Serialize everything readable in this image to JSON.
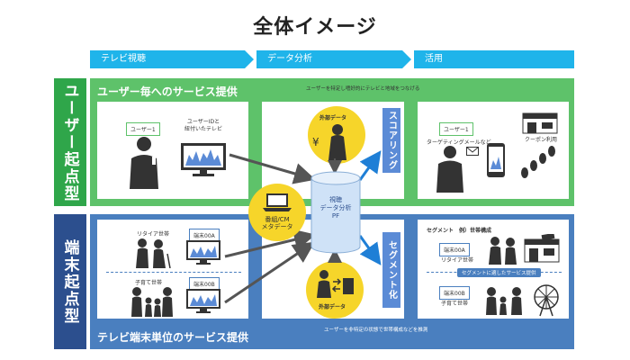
{
  "title": "全体イメージ",
  "phases": [
    "テレビ視聴",
    "データ分析",
    "活用"
  ],
  "rows": {
    "user": {
      "side_label": "ユーザー起点型",
      "band_title": "ユーザー毎へのサービス提供",
      "note": "ユーザーを特定し嗜好的にテレビと地域をつなげる",
      "tv_view": {
        "user_label": "ユーザー1",
        "tv_caption": "ユーザーIDと\n紐付いたテレビ"
      },
      "external": "外部データ",
      "scoring": "スコアリング",
      "use": {
        "user_label": "ユーザー1",
        "mail_label": "ターゲティングメールなど",
        "coupon_label": "クーポン利用"
      }
    },
    "device": {
      "side_label": "端末起点型",
      "band_title": "テレビ端末単位のサービス提供",
      "note": "ユーザーを非特定の状態で世帯構成などを推測",
      "tv_view": {
        "retired": "リタイア世帯",
        "terminal_a": "端末00A",
        "child": "子育て世帯",
        "terminal_b": "端末00B"
      },
      "external": "外部データ",
      "segmentation": "セグメント化",
      "use": {
        "segment_title": "セグメント　例）世帯構成",
        "terminal_a": "端末00A",
        "retired": "リタイア世帯",
        "service": "セグメントに適したサービス提供",
        "terminal_b": "端末00B",
        "child": "子育て世帯"
      }
    }
  },
  "center": {
    "pf_label": "視聴\nデータ分析\nPF",
    "program_label": "番組/CM\nメタデータ"
  },
  "colors": {
    "green": "#5ec26a",
    "blue": "#4a7fbf",
    "cyan": "#1fb4ea",
    "yellow": "#f6d52a",
    "navy": "#2c4f8e"
  }
}
